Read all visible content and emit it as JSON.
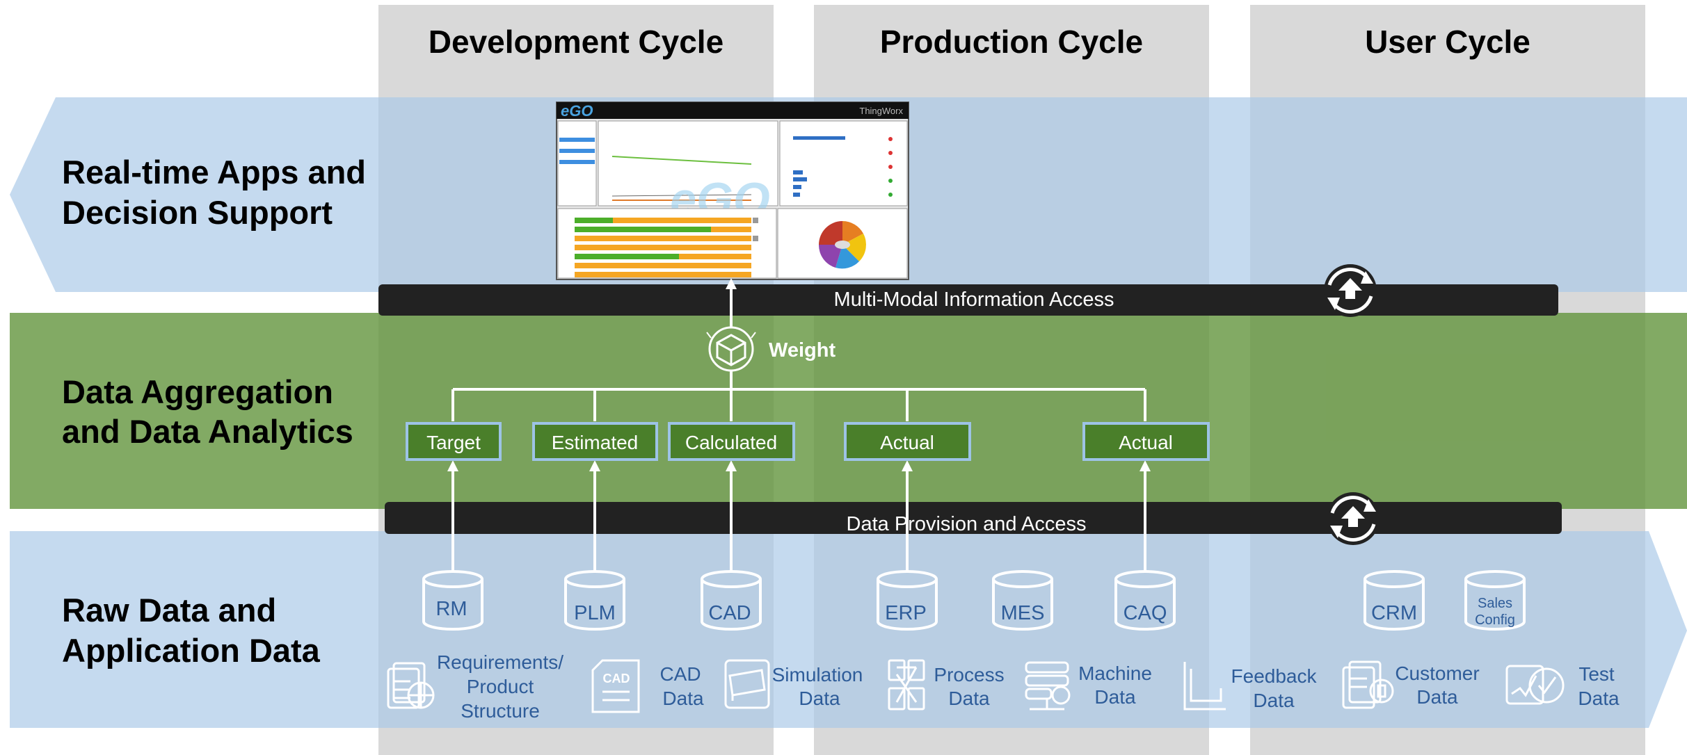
{
  "columns": [
    {
      "title": "Development Cycle"
    },
    {
      "title": "Production Cycle"
    },
    {
      "title": "User Cycle"
    }
  ],
  "layers": [
    {
      "line1": "Real-time Apps and",
      "line2": "Decision Support"
    },
    {
      "line1": "Data Aggregation",
      "line2": "and Data Analytics"
    },
    {
      "line1": "Raw Data and",
      "line2": "Application Data"
    }
  ],
  "bars": {
    "top": "Multi-Modal Information Access",
    "bottom": "Data Provision and Access"
  },
  "hub": {
    "label": "Weight"
  },
  "weight_boxes": [
    {
      "label": "Target"
    },
    {
      "label": "Estimated"
    },
    {
      "label": "Calculated"
    },
    {
      "label": "Actual"
    },
    {
      "label": "Actual"
    }
  ],
  "databases": [
    {
      "label": "RM"
    },
    {
      "label": "PLM"
    },
    {
      "label": "CAD"
    },
    {
      "label": "ERP"
    },
    {
      "label": "MES"
    },
    {
      "label": "CAQ"
    },
    {
      "label": "CRM"
    },
    {
      "label": "Sales",
      "label2": "Config"
    }
  ],
  "sources": [
    {
      "lines": [
        "Requirements/",
        "Product",
        "Structure"
      ],
      "icon": "requirements-icon"
    },
    {
      "lines": [
        "CAD",
        "Data"
      ],
      "icon": "cad-file-icon",
      "badge": "CAD"
    },
    {
      "lines": [
        "Simulation",
        "Data"
      ],
      "icon": "simulation-icon"
    },
    {
      "lines": [
        "Process",
        "Data"
      ],
      "icon": "process-icon"
    },
    {
      "lines": [
        "Machine",
        "Data"
      ],
      "icon": "machine-icon"
    },
    {
      "lines": [
        "Feedback",
        "Data"
      ],
      "icon": "feedback-icon"
    },
    {
      "lines": [
        "Customer",
        "Data"
      ],
      "icon": "customer-icon"
    },
    {
      "lines": [
        "Test",
        "Data"
      ],
      "icon": "test-icon"
    }
  ],
  "dashboard": {
    "logo": "eGO",
    "brand": "ThingWorx",
    "watermark": "eGO"
  },
  "colors": {
    "light_blue_band": "#c6dbf0",
    "green_band": "#6e9e4d",
    "column_grey": "#a6a6a6",
    "dark_bar": "#222222",
    "box_green": "#4a7f2a",
    "box_border": "#9dc3e6",
    "blue_text": "#2e5c99",
    "icon_blue": "#3d6aa6"
  }
}
